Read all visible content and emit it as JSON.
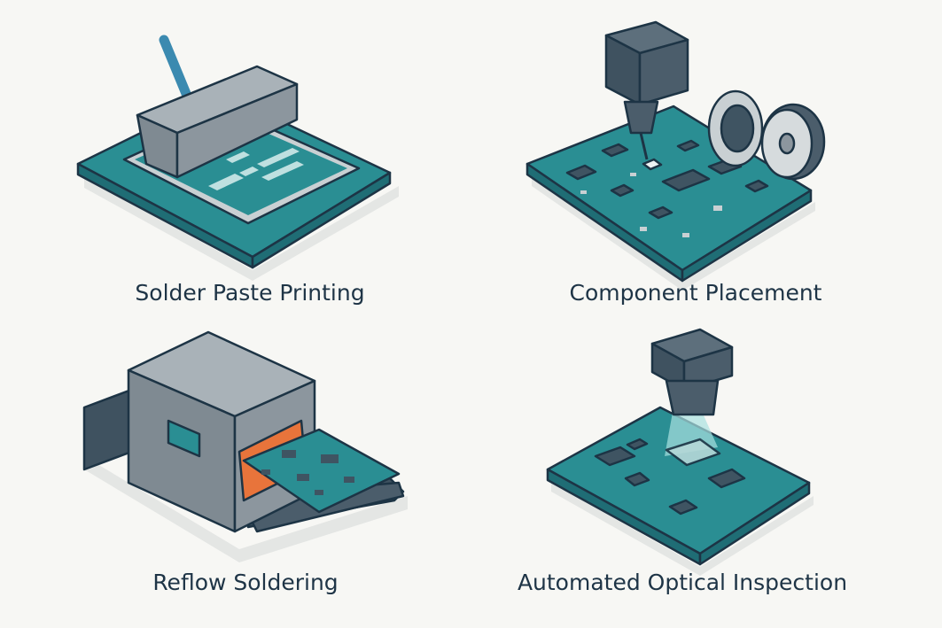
{
  "panels": [
    {
      "label": "Solder Paste Printing"
    },
    {
      "label": "Component Placement"
    },
    {
      "label": "Reflow Soldering"
    },
    {
      "label": "Automated Optical Inspection"
    }
  ],
  "colors": {
    "board_top": "#2a8e93",
    "board_side": "#1f6d75",
    "outline": "#1d3445",
    "metal": "#8c969e",
    "camera": "#4b5d6b",
    "heater": "#e8743b",
    "background": "#f7f7f4"
  }
}
